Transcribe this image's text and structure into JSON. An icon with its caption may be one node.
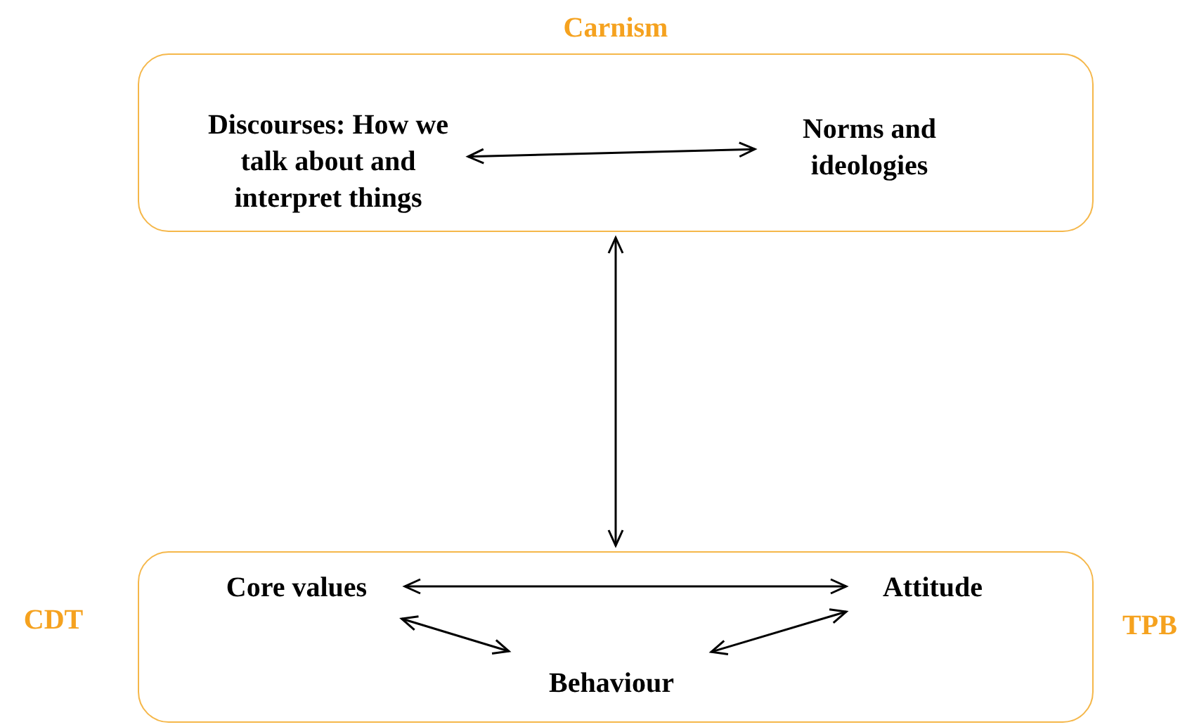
{
  "diagram": {
    "nodes": [
      {
        "text": [
          "Carnism"
        ]
      },
      {
        "text": [
          "Discourses: How we talk about and interpret things"
        ],
        "in": 0
      },
      {
        "text": [
          "Norms and ideologies"
        ],
        "in": 0
      },
      {
        "text": [],
        "shape": "box"
      },
      {
        "text": [
          "Core values"
        ],
        "in": 3
      },
      {
        "text": [
          "Attitude"
        ],
        "in": 3
      },
      {
        "text": [
          "Behaviour"
        ],
        "in": 3
      }
    ],
    "edges": [
      {
        "from": 1,
        "to": 2,
        "arrow": "both"
      },
      {
        "from": 0,
        "to": 3,
        "arrow": "both"
      },
      {
        "from": 4,
        "to": 5,
        "arrow": "both"
      },
      {
        "from": 4,
        "to": 6,
        "arrow": "both"
      },
      {
        "from": 6,
        "to": 5,
        "arrow": "both"
      }
    ],
    "labels": [
      "CDT",
      "TPB"
    ]
  }
}
